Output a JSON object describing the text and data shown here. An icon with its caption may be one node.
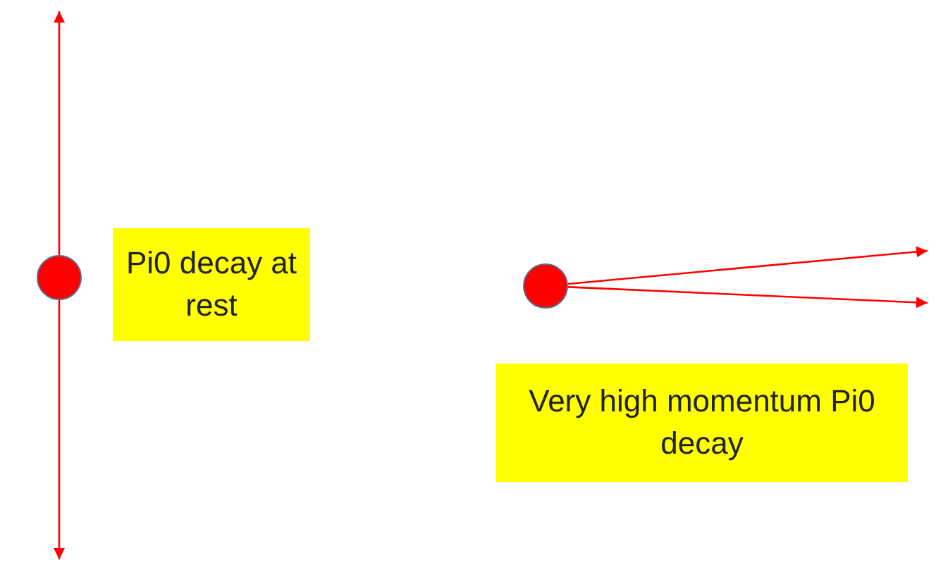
{
  "diagram": {
    "nodes": [
      {
        "text": [],
        "shape": "circle"
      },
      {
        "text": [
          "Pi0 decay at rest"
        ]
      },
      {
        "text": [],
        "shape": "circle"
      },
      {
        "text": [
          "Very high momentum Pi0 decay"
        ]
      }
    ],
    "edges": [
      {
        "from": 0,
        "to": null,
        "arrow": "to"
      },
      {
        "from": 0,
        "to": null,
        "arrow": "to"
      },
      {
        "from": 2,
        "to": null,
        "arrow": "to"
      },
      {
        "from": 2,
        "to": null,
        "arrow": "to"
      }
    ]
  }
}
